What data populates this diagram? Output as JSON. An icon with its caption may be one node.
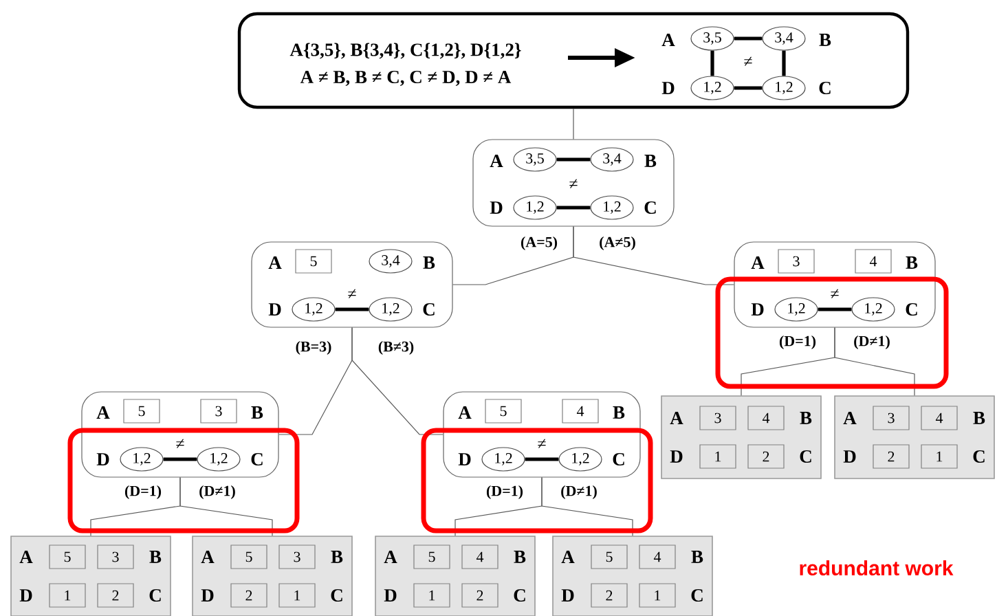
{
  "diagram": {
    "nodes": [
      {
        "text": [
          "A{3,5}, B{3,4}, C{1,2}, D{1,2}",
          "A ≠ B, B ≠ C, C ≠ D, D ≠ A",
          "A",
          "B",
          "≠",
          "D",
          "C"
        ]
      },
      {
        "text": [
          "3,5"
        ],
        "in": 0
      },
      {
        "text": [
          "3,4"
        ],
        "in": 0
      },
      {
        "text": [
          "1,2"
        ],
        "in": 0
      },
      {
        "text": [
          "1,2"
        ],
        "in": 0
      },
      {
        "text": [
          "A",
          "B",
          "≠",
          "D",
          "C"
        ]
      },
      {
        "text": [
          "3,5"
        ],
        "in": 5
      },
      {
        "text": [
          "3,4"
        ],
        "in": 5
      },
      {
        "text": [
          "1,2"
        ],
        "in": 5
      },
      {
        "text": [
          "1,2"
        ],
        "in": 5
      },
      {
        "text": [
          "A",
          "B",
          "D",
          "C"
        ]
      },
      {
        "text": [
          "5"
        ],
        "in": 10
      },
      {
        "text": [
          "3,4"
        ],
        "in": 10
      },
      {
        "text": [
          "1,2"
        ],
        "in": 10
      },
      {
        "text": [
          "1,2"
        ],
        "in": 10
      },
      {
        "text": [
          "A",
          "B",
          "D",
          "C"
        ]
      },
      {
        "text": [
          "3"
        ],
        "in": 15
      },
      {
        "text": [
          "4"
        ],
        "in": 15
      },
      {
        "text": [
          "1,2"
        ],
        "in": 15
      },
      {
        "text": [
          "1,2"
        ],
        "in": 15
      },
      {
        "text": [
          "A",
          "B",
          "D",
          "C"
        ]
      },
      {
        "text": [
          "5"
        ],
        "in": 20
      },
      {
        "text": [
          "3"
        ],
        "in": 20
      },
      {
        "text": [
          "1,2"
        ],
        "in": 20
      },
      {
        "text": [
          "1,2"
        ],
        "in": 20
      },
      {
        "text": [
          "A",
          "B",
          "D",
          "C"
        ]
      },
      {
        "text": [
          "5"
        ],
        "in": 25
      },
      {
        "text": [
          "4"
        ],
        "in": 25
      },
      {
        "text": [
          "1,2"
        ],
        "in": 25
      },
      {
        "text": [
          "1,2"
        ],
        "in": 25
      },
      {
        "text": [
          "A",
          "B",
          "D",
          "C"
        ]
      },
      {
        "text": [
          "3"
        ],
        "in": 30
      },
      {
        "text": [
          "4"
        ],
        "in": 30
      },
      {
        "text": [
          "1"
        ],
        "in": 30
      },
      {
        "text": [
          "2"
        ],
        "in": 30
      },
      {
        "text": [
          "A",
          "B",
          "D",
          "C"
        ]
      },
      {
        "text": [
          "3"
        ],
        "in": 35
      },
      {
        "text": [
          "4"
        ],
        "in": 35
      },
      {
        "text": [
          "2"
        ],
        "in": 35
      },
      {
        "text": [
          "1"
        ],
        "in": 35
      },
      {
        "text": [
          "A",
          "B",
          "D",
          "C"
        ]
      },
      {
        "text": [
          "5"
        ],
        "in": 40
      },
      {
        "text": [
          "3"
        ],
        "in": 40
      },
      {
        "text": [
          "1"
        ],
        "in": 40
      },
      {
        "text": [
          "2"
        ],
        "in": 40
      },
      {
        "text": [
          "A",
          "B",
          "D",
          "C"
        ]
      },
      {
        "text": [
          "5"
        ],
        "in": 45
      },
      {
        "text": [
          "3"
        ],
        "in": 45
      },
      {
        "text": [
          "2"
        ],
        "in": 45
      },
      {
        "text": [
          "1"
        ],
        "in": 45
      },
      {
        "text": [
          "A",
          "B",
          "D",
          "C"
        ]
      },
      {
        "text": [
          "5"
        ],
        "in": 50
      },
      {
        "text": [
          "4"
        ],
        "in": 50
      },
      {
        "text": [
          "1"
        ],
        "in": 50
      },
      {
        "text": [
          "2"
        ],
        "in": 50
      },
      {
        "text": [
          "A",
          "B",
          "D",
          "C"
        ]
      },
      {
        "text": [
          "5"
        ],
        "in": 55
      },
      {
        "text": [
          "4"
        ],
        "in": 55
      },
      {
        "text": [
          "2"
        ],
        "in": 55
      },
      {
        "text": [
          "1"
        ],
        "in": 55
      }
    ],
    "edges": [
      {
        "from": 0,
        "to": 5,
        "arrow": "none"
      },
      {
        "from": 1,
        "to": 2,
        "arrow": "none",
        "style": "thick"
      },
      {
        "from": 1,
        "to": 3,
        "arrow": "none",
        "style": "thick"
      },
      {
        "from": 2,
        "to": 4,
        "arrow": "none",
        "style": "thick"
      },
      {
        "from": 3,
        "to": 4,
        "arrow": "none",
        "style": "thick"
      },
      {
        "from": 6,
        "to": 7,
        "arrow": "none",
        "style": "thick"
      },
      {
        "from": 8,
        "to": 9,
        "arrow": "none",
        "style": "thick"
      },
      {
        "from": 5,
        "to": 10,
        "arrow": "none",
        "label": "(A=5)"
      },
      {
        "from": 5,
        "to": 15,
        "arrow": "none",
        "label": "(A≠5)"
      },
      {
        "from": 13,
        "to": 14,
        "arrow": "none",
        "style": "thick",
        "label": "≠"
      },
      {
        "from": 10,
        "to": 20,
        "arrow": "none",
        "label": "(B=3)"
      },
      {
        "from": 10,
        "to": 25,
        "arrow": "none",
        "label": "(B≠3)"
      },
      {
        "from": 18,
        "to": 19,
        "arrow": "none",
        "style": "thick",
        "label": "≠"
      },
      {
        "from": 15,
        "to": 30,
        "arrow": "none",
        "label": "(D=1)"
      },
      {
        "from": 15,
        "to": 35,
        "arrow": "none",
        "label": "(D≠1)"
      },
      {
        "from": 23,
        "to": 24,
        "arrow": "none",
        "style": "thick",
        "label": "≠"
      },
      {
        "from": 20,
        "to": 40,
        "arrow": "none",
        "label": "(D=1)"
      },
      {
        "from": 20,
        "to": 45,
        "arrow": "none",
        "label": "(D≠1)"
      },
      {
        "from": 28,
        "to": 29,
        "arrow": "none",
        "style": "thick",
        "label": "≠"
      },
      {
        "from": 25,
        "to": 50,
        "arrow": "none",
        "label": "(D=1)"
      },
      {
        "from": 25,
        "to": 55,
        "arrow": "none",
        "label": "(D≠1)"
      }
    ],
    "labels": [
      "redundant work"
    ]
  }
}
